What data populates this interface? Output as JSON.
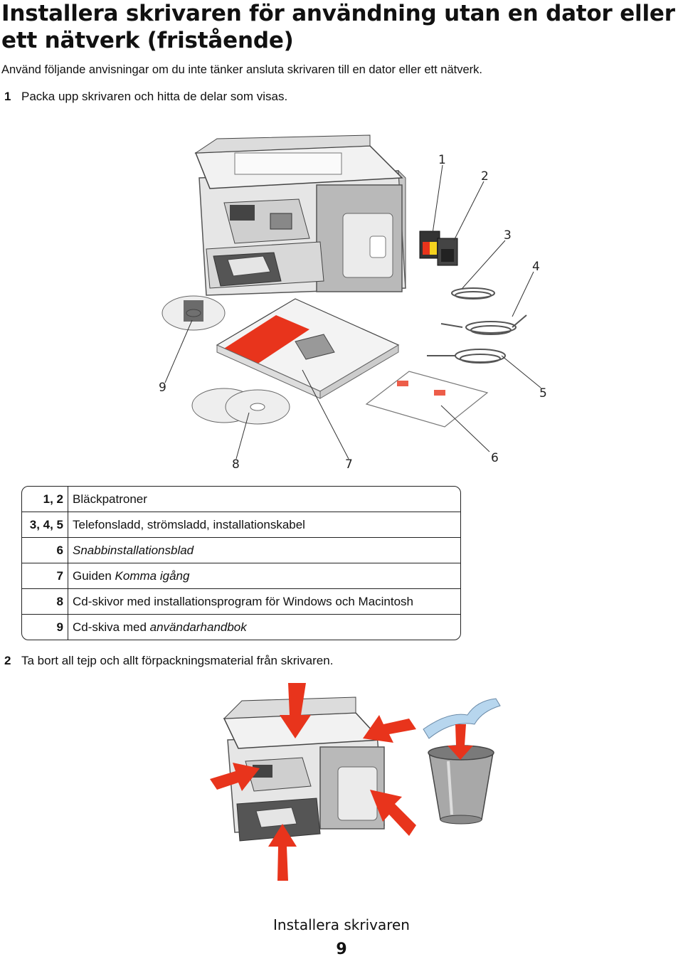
{
  "page": {
    "title": "Installera skrivaren för användning utan en dator eller ett nätverk (fristående)",
    "intro": "Använd följande anvisningar om du inte tänker ansluta skrivaren till en dator eller ett nätverk."
  },
  "steps": [
    {
      "num": "1",
      "text": "Packa upp skrivaren och hitta de delar som visas."
    },
    {
      "num": "2",
      "text": "Ta bort all tejp och allt förpackningsmaterial från skrivaren."
    }
  ],
  "figure1": {
    "callouts": [
      "1",
      "2",
      "3",
      "4",
      "5",
      "6",
      "7",
      "8",
      "9"
    ]
  },
  "parts_table": {
    "rows": [
      {
        "key": "1, 2",
        "text": "Bläckpatroner"
      },
      {
        "key": "3, 4, 5",
        "text": "Telefonsladd, strömsladd, installationskabel"
      },
      {
        "key": "6",
        "text": "Snabbinstallationsblad"
      },
      {
        "key": "7",
        "text_prefix": "Guiden ",
        "text_italic": "Komma igång"
      },
      {
        "key": "8",
        "text": "Cd-skivor med installationsprogram för Windows och Macintosh"
      },
      {
        "key": "9",
        "text_prefix": "Cd-skiva med ",
        "text_italic": "användarhandbok"
      }
    ]
  },
  "footer": {
    "section": "Installera skrivaren",
    "page_number": "9"
  },
  "colors": {
    "accent_red": "#e8341c",
    "printer_gray": "#9a9a9a"
  }
}
